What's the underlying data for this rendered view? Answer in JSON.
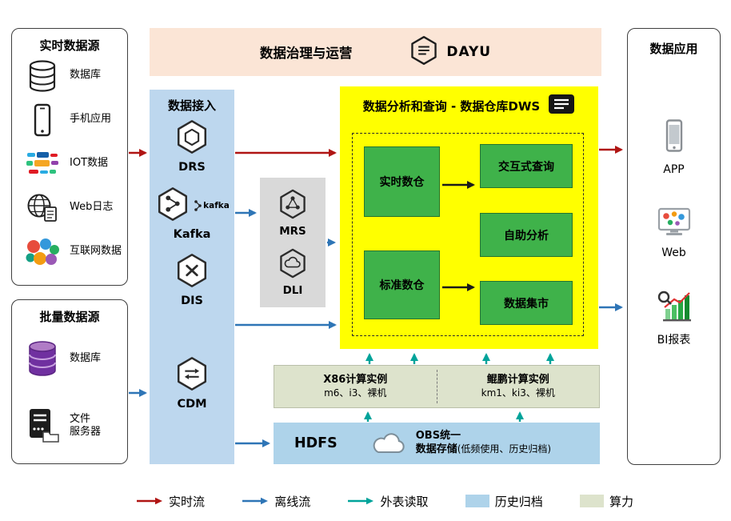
{
  "governance": {
    "title": "数据治理与运营",
    "logo_text": "DAYU",
    "logo_icon": "dayu-icon"
  },
  "realtime_sources": {
    "title": "实时数据源",
    "items": [
      {
        "label": "数据库",
        "icon": "database-icon"
      },
      {
        "label": "手机应用",
        "icon": "phone-icon"
      },
      {
        "label": "IOT数据",
        "icon": "iot-icon"
      },
      {
        "label": "Web日志",
        "icon": "weblog-icon"
      },
      {
        "label": "互联网数据",
        "icon": "internet-data-icon"
      }
    ]
  },
  "batch_sources": {
    "title": "批量数据源",
    "items": [
      {
        "label": "数据库",
        "icon": "purple-database-icon"
      },
      {
        "label": "文件\n服务器",
        "icon": "file-server-icon"
      }
    ]
  },
  "ingestion": {
    "title": "数据接入",
    "kafka_wordmark": "kafka",
    "items": [
      {
        "label": "DRS",
        "icon": "drs-icon"
      },
      {
        "label": "Kafka",
        "icon": "kafka-icon"
      },
      {
        "label": "DIS",
        "icon": "dis-icon"
      },
      {
        "label": "CDM",
        "icon": "cdm-icon"
      }
    ]
  },
  "processing": {
    "items": [
      {
        "label": "MRS",
        "icon": "mrs-icon"
      },
      {
        "label": "DLI",
        "icon": "dli-icon"
      }
    ]
  },
  "dws": {
    "title": "数据分析和查询 - 数据仓库DWS",
    "title_icon": "dws-doc-icon",
    "warehouses": [
      {
        "label": "实时数仓"
      },
      {
        "label": "标准数仓"
      }
    ],
    "services": [
      {
        "label": "交互式查询"
      },
      {
        "label": "自助分析"
      },
      {
        "label": "数据集市"
      }
    ]
  },
  "compute": {
    "x86": {
      "title": "X86计算实例",
      "spec": "m6、i3、裸机"
    },
    "kunpeng": {
      "title": "鲲鹏计算实例",
      "spec": "km1、ki3、裸机"
    }
  },
  "storage": {
    "hdfs_label": "HDFS",
    "obs_line1": "OBS统一",
    "obs_line2": "数据存储",
    "obs_note": "(低频使用、历史归档)",
    "cloud_icon": "obs-cloud-icon"
  },
  "applications": {
    "title": "数据应用",
    "items": [
      {
        "label": "APP",
        "icon": "app-phone-icon"
      },
      {
        "label": "Web",
        "icon": "web-monitor-icon"
      },
      {
        "label": "BI报表",
        "icon": "bi-report-icon"
      }
    ]
  },
  "legend": {
    "items": [
      {
        "label": "实时流",
        "type": "arrow",
        "color": "#b01513"
      },
      {
        "label": "离线流",
        "type": "arrow",
        "color": "#2e75b6"
      },
      {
        "label": "外表读取",
        "type": "arrow",
        "color": "#00a39a"
      },
      {
        "label": "历史归档",
        "type": "swatch",
        "color": "#aed3ea"
      },
      {
        "label": "算力",
        "type": "swatch",
        "color": "#dde3cc"
      }
    ]
  }
}
